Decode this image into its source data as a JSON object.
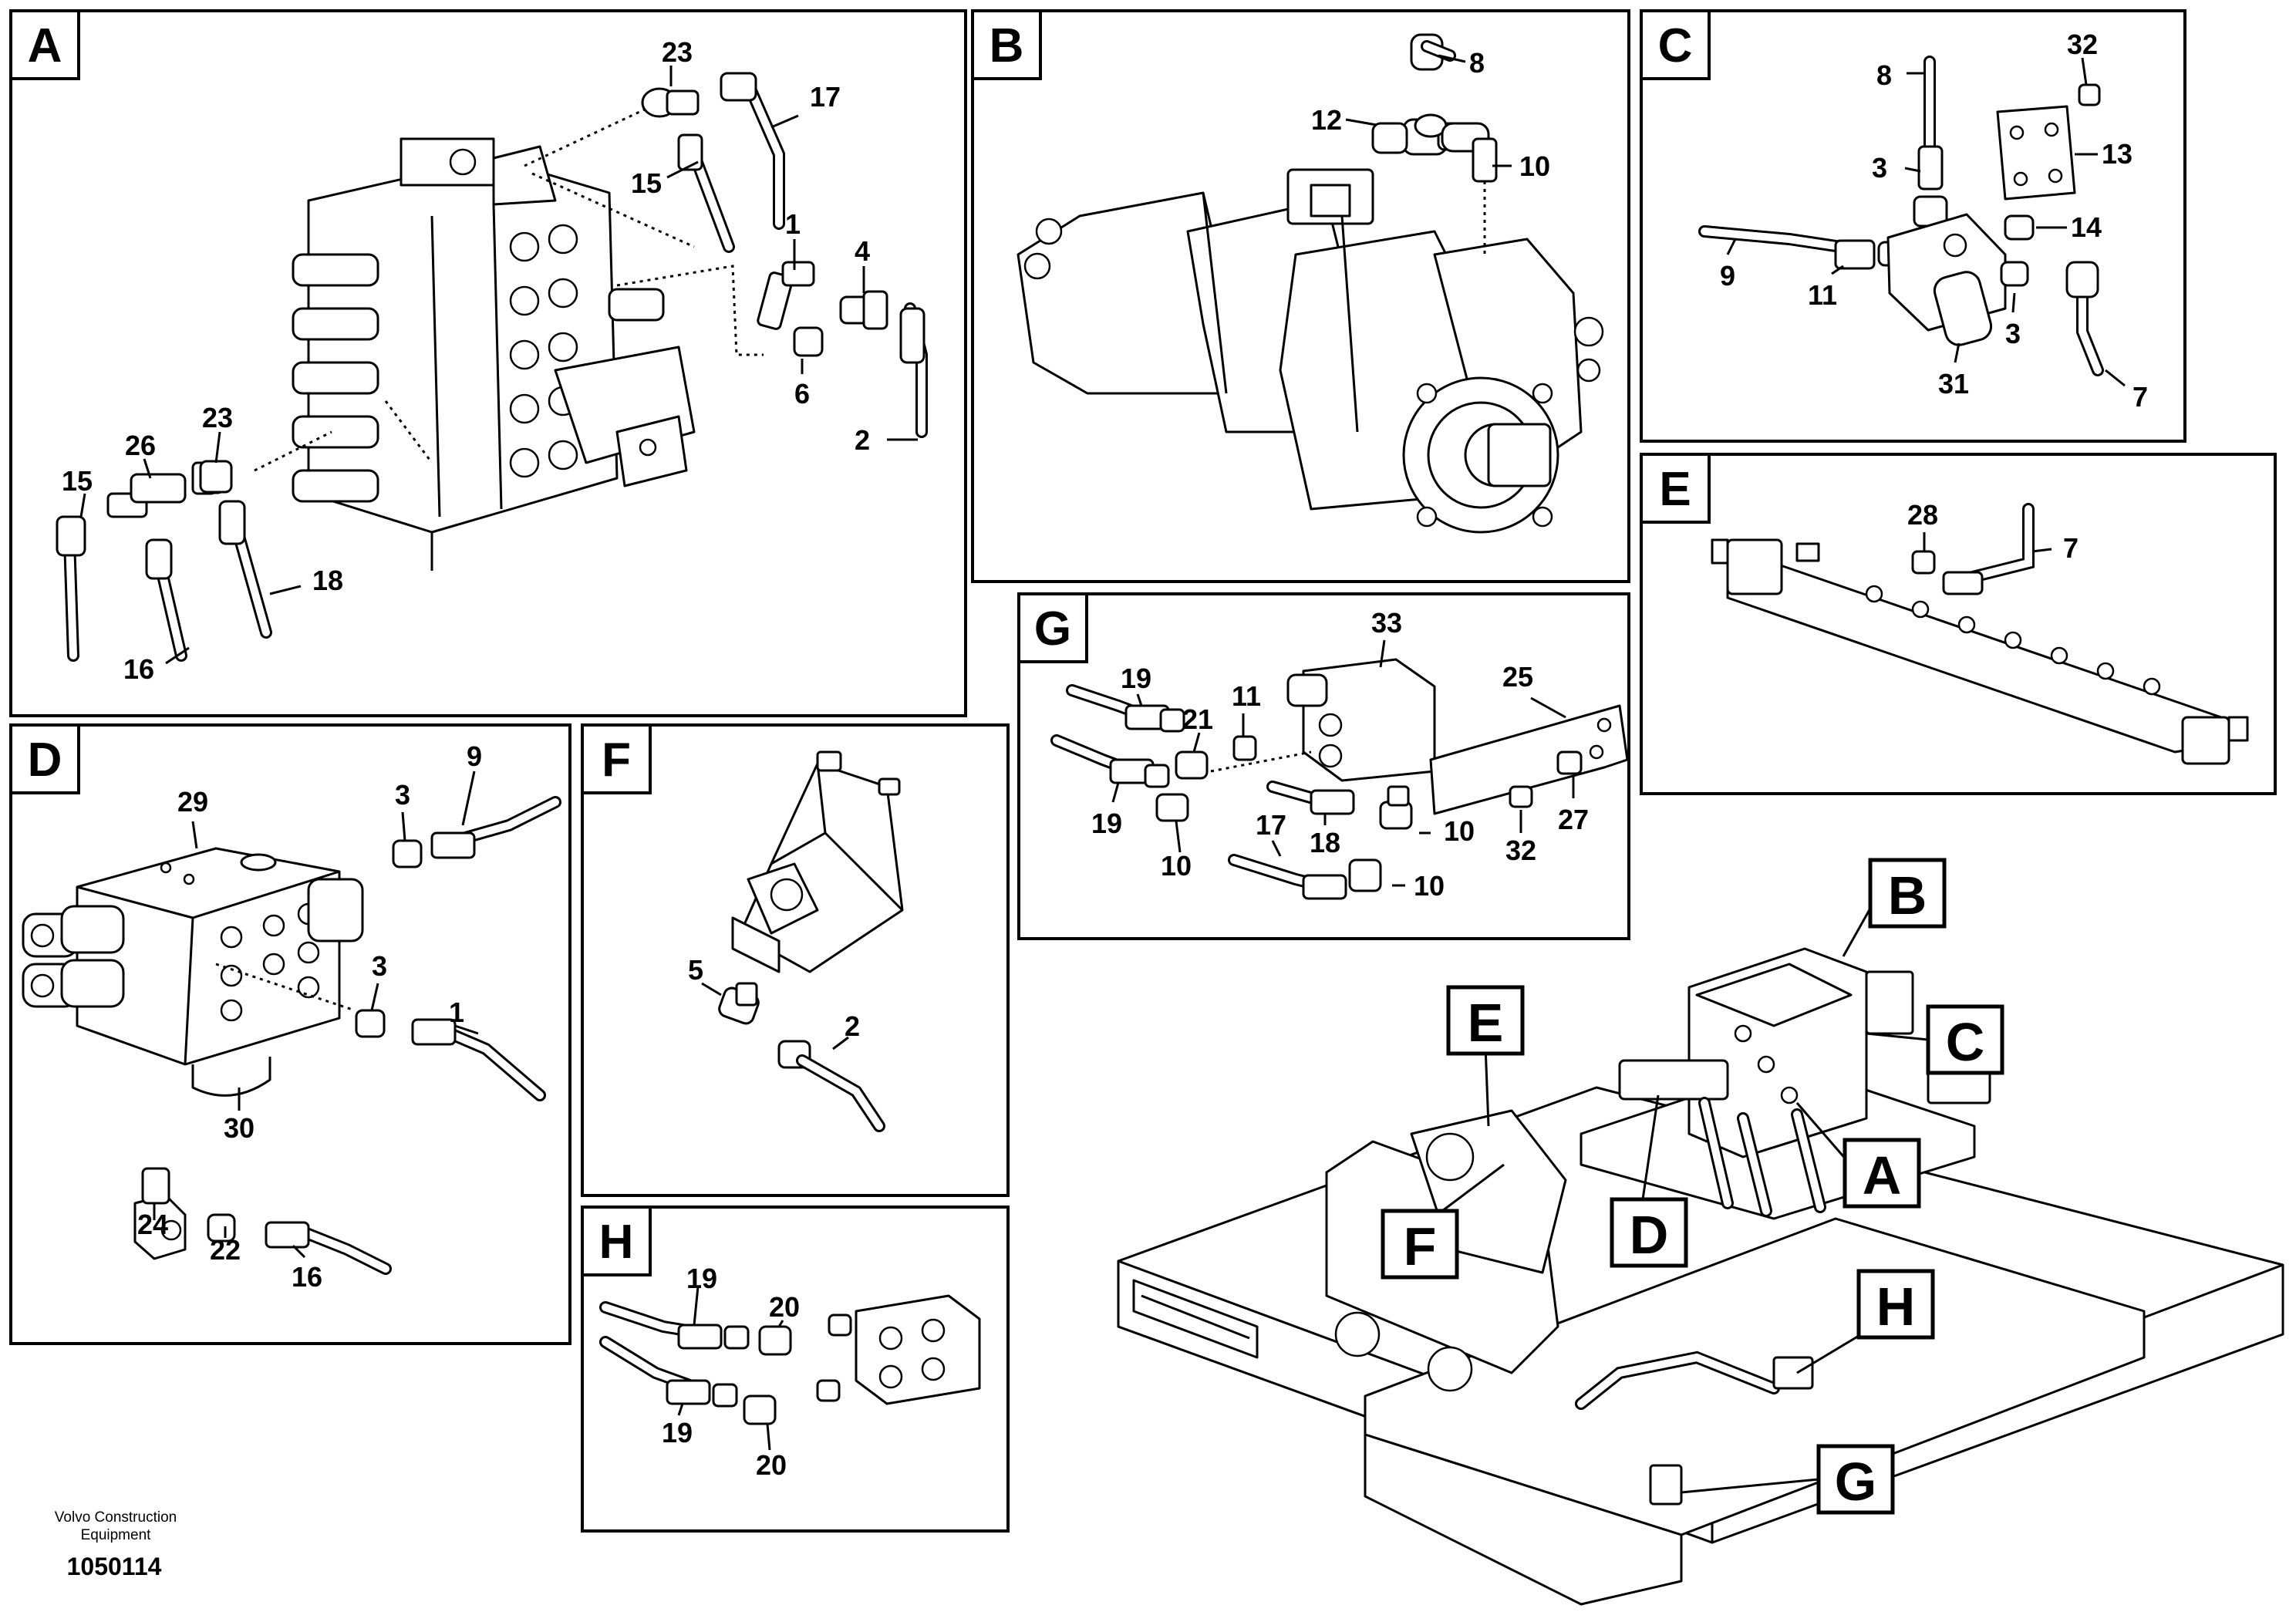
{
  "panels": {
    "A": {
      "letter": "A",
      "labels": [
        "23",
        "17",
        "15",
        "1",
        "4",
        "6",
        "2",
        "26",
        "23",
        "15",
        "16",
        "18"
      ]
    },
    "B": {
      "letter": "B",
      "labels": [
        "8",
        "12",
        "10"
      ]
    },
    "C": {
      "letter": "C",
      "labels": [
        "32",
        "8",
        "13",
        "3",
        "14",
        "9",
        "11",
        "3",
        "31",
        "7"
      ]
    },
    "D": {
      "letter": "D",
      "labels": [
        "29",
        "3",
        "9",
        "3",
        "1",
        "30",
        "24",
        "22",
        "16"
      ]
    },
    "E": {
      "letter": "E",
      "labels": [
        "28",
        "7"
      ]
    },
    "F": {
      "letter": "F",
      "labels": [
        "5",
        "2"
      ]
    },
    "G": {
      "letter": "G",
      "labels": [
        "33",
        "19",
        "11",
        "21",
        "25",
        "19",
        "10",
        "17",
        "18",
        "10",
        "32",
        "27",
        "10",
        "10"
      ]
    },
    "H": {
      "letter": "H",
      "labels": [
        "19",
        "20",
        "19",
        "20"
      ]
    }
  },
  "overview_callouts": [
    "B",
    "E",
    "C",
    "A",
    "F",
    "D",
    "H",
    "G"
  ],
  "footer": {
    "company_line1": "Volvo Construction",
    "company_line2": "Equipment",
    "drawing_number": "1050114"
  }
}
